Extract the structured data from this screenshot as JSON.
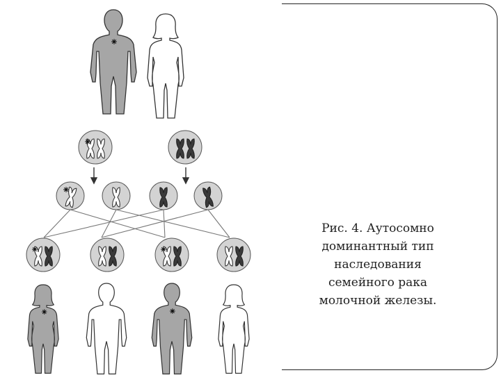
{
  "caption": {
    "lines": [
      "Рис. 4. Аутосомно",
      "доминантный тип",
      "наследования",
      "семейного рака",
      "молочной железы."
    ]
  },
  "colors": {
    "affected_fill": "#a6a6a6",
    "unaffected_fill": "#ffffff",
    "outline": "#333333",
    "circle_fill": "#d3d3d3",
    "mutant_chromosome": "#3a3a3a",
    "normal_chromosome": "#ffffff",
    "line": "#777777"
  },
  "icons": {
    "mutation": "star-burst-icon",
    "male": "male-figure-icon",
    "female": "female-figure-icon",
    "chromosome": "chromosome-icon"
  }
}
